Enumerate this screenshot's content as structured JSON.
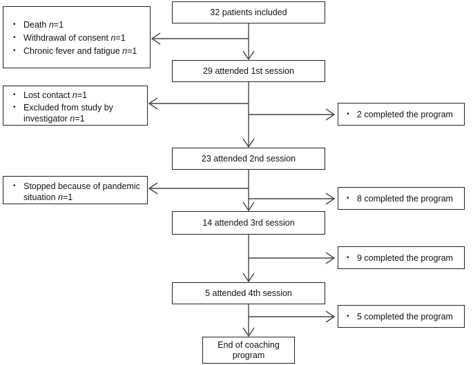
{
  "main_flow": {
    "included": "32 patients included",
    "session1": "29 attended 1st session",
    "session2": "23 attended 2nd session",
    "session3": "14 attended 3rd session",
    "session4": "5 attended 4th session",
    "end_line1": "End of coaching",
    "end_line2": "program"
  },
  "exclusions_1": [
    {
      "text": "Death ",
      "n": "n",
      "value": "=1"
    },
    {
      "text": "Withdrawal of consent ",
      "n": "n",
      "value": "=1"
    },
    {
      "text": "Chronic fever and fatigue ",
      "n": "n",
      "value": "=1"
    }
  ],
  "exclusions_2": [
    {
      "text": "Lost contact ",
      "n": "n",
      "value": "=1"
    },
    {
      "text_line1": "Excluded from study by",
      "text_line2": "investigator ",
      "n": "n",
      "value": "=1"
    }
  ],
  "exclusions_3": [
    {
      "text_line1": "Stopped because of pandemic",
      "text_line2": "situation ",
      "n": "n",
      "value": "=1"
    }
  ],
  "completions": {
    "after_session1": "2 completed the program",
    "after_session2": "8 completed the program",
    "after_session3": "9 completed the program",
    "after_session4": "5 completed the program"
  }
}
